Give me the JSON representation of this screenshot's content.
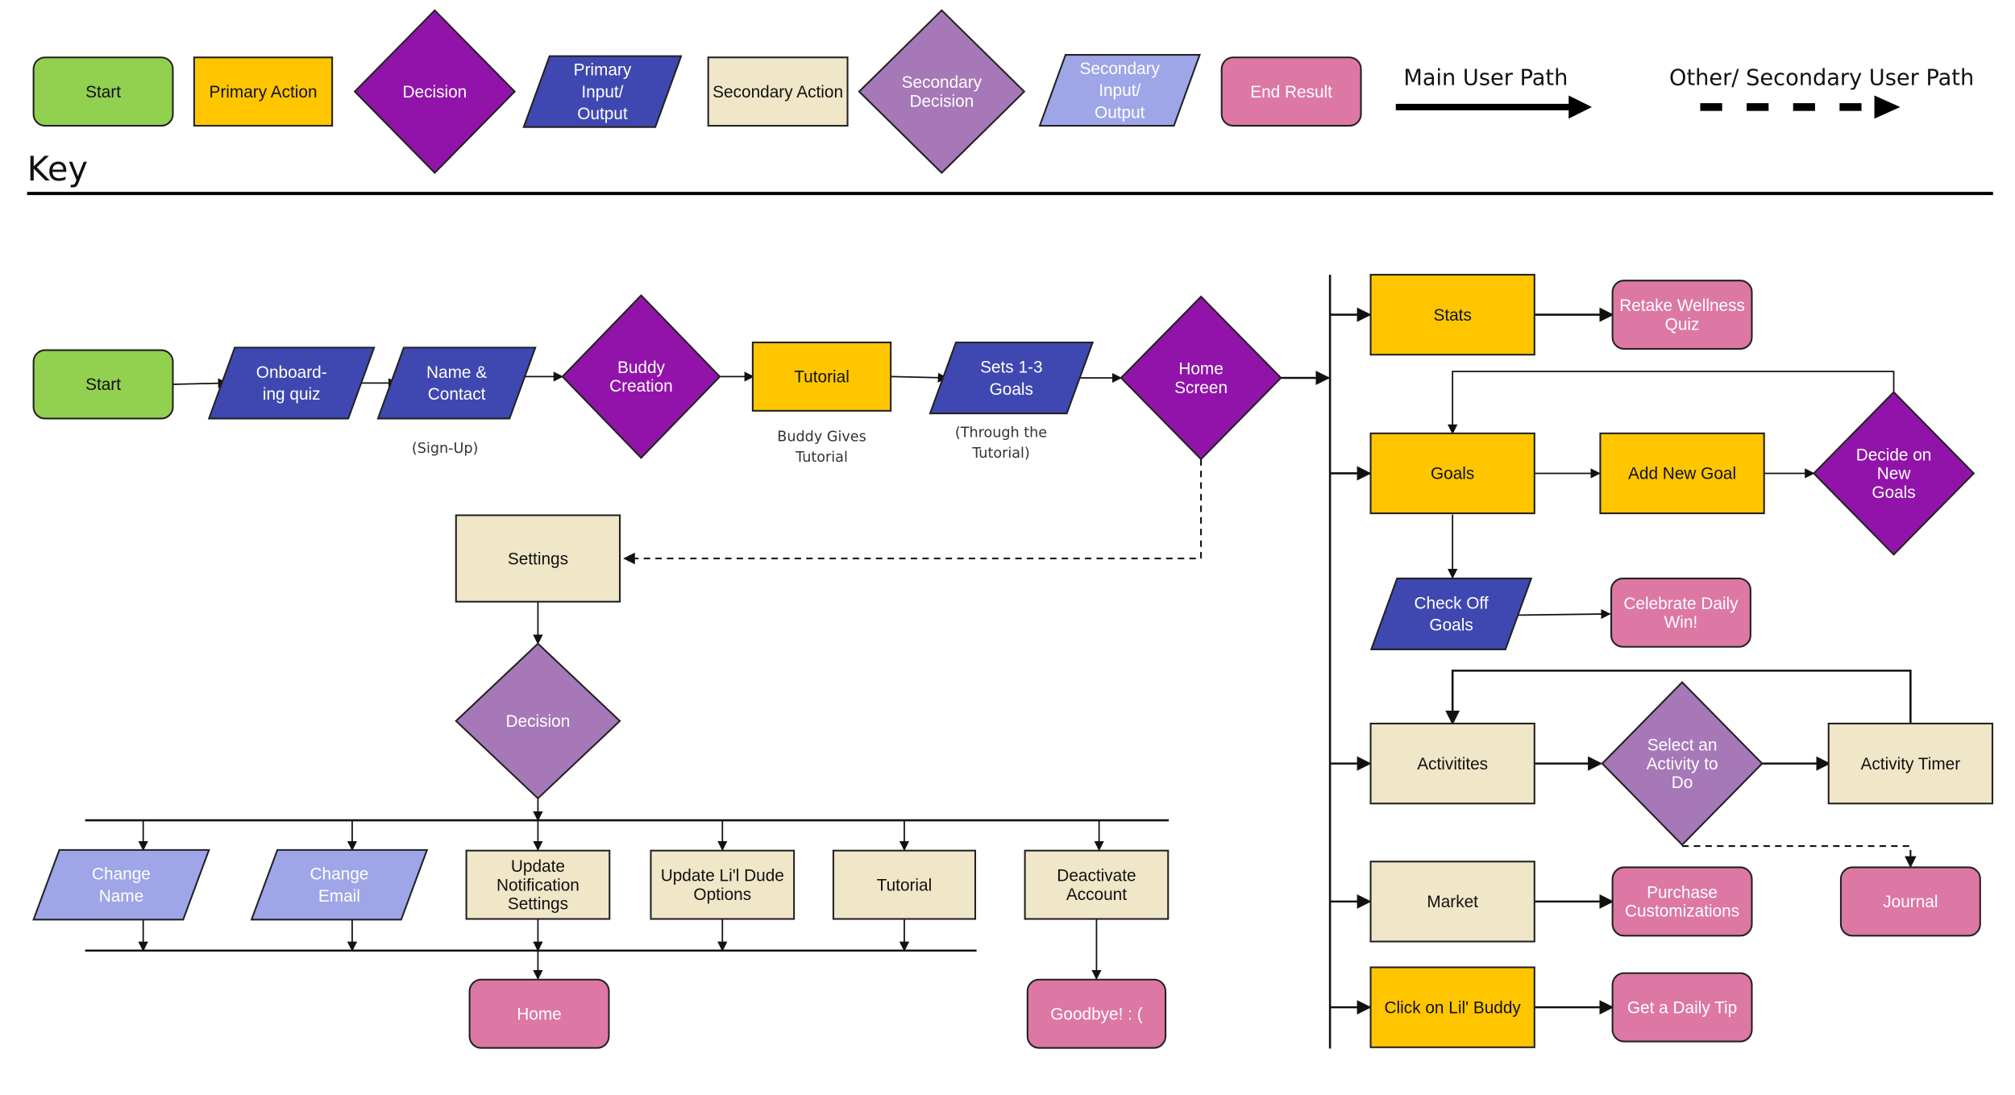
{
  "colors": {
    "start": "#92d050",
    "primary_action": "#ffc600",
    "decision": "#9213aa",
    "primary_io": "#3f48b0",
    "secondary_action": "#f0e6c8",
    "secondary_decision": "#a678b8",
    "secondary_io": "#9ea6e8",
    "end_result": "#dc78a3"
  },
  "key": {
    "title": "Key",
    "items": [
      {
        "id": "key-start",
        "type": "start",
        "lines": [
          "Start"
        ]
      },
      {
        "id": "key-primary-action",
        "type": "primary_action",
        "lines": [
          "Primary Action"
        ]
      },
      {
        "id": "key-decision",
        "type": "decision",
        "lines": [
          "Decision"
        ]
      },
      {
        "id": "key-primary-io",
        "type": "primary_io",
        "lines": [
          "Primary",
          "Input/",
          "Output"
        ]
      },
      {
        "id": "key-secondary-action",
        "type": "secondary_action",
        "lines": [
          "Secondary Action"
        ]
      },
      {
        "id": "key-secondary-decision",
        "type": "secondary_decision",
        "lines": [
          "Secondary",
          "Decision"
        ]
      },
      {
        "id": "key-secondary-io",
        "type": "secondary_io",
        "lines": [
          "Secondary",
          "Input/",
          "Output"
        ]
      },
      {
        "id": "key-end-result",
        "type": "end_result",
        "lines": [
          "End Result"
        ]
      }
    ],
    "main_path_label": "Main User Path",
    "secondary_path_label": "Other/ Secondary User Path"
  },
  "nodes": [
    {
      "id": "start",
      "type": "start",
      "lines": [
        "Start"
      ]
    },
    {
      "id": "onboarding-quiz",
      "type": "primary_io",
      "lines": [
        "Onboard-",
        "ing quiz"
      ]
    },
    {
      "id": "name-contact",
      "type": "primary_io",
      "lines": [
        "Name &",
        "Contact"
      ],
      "note": [
        "(Sign-Up)"
      ]
    },
    {
      "id": "buddy-creation",
      "type": "decision",
      "lines": [
        "Buddy",
        "Creation"
      ]
    },
    {
      "id": "tutorial",
      "type": "primary_action",
      "lines": [
        "Tutorial"
      ],
      "note": [
        "Buddy Gives",
        "Tutorial"
      ]
    },
    {
      "id": "sets-goals",
      "type": "primary_io",
      "lines": [
        "Sets 1-3",
        "Goals"
      ],
      "note": [
        "(Through the",
        "Tutorial)"
      ]
    },
    {
      "id": "home-screen",
      "type": "decision",
      "lines": [
        "Home",
        "Screen"
      ]
    },
    {
      "id": "settings",
      "type": "secondary_action",
      "lines": [
        "Settings"
      ]
    },
    {
      "id": "settings-decision",
      "type": "secondary_decision",
      "lines": [
        "Decision"
      ]
    },
    {
      "id": "change-name",
      "type": "secondary_io",
      "lines": [
        "Change",
        "Name"
      ]
    },
    {
      "id": "change-email",
      "type": "secondary_io",
      "lines": [
        "Change",
        "Email"
      ]
    },
    {
      "id": "update-notification",
      "type": "secondary_action",
      "lines": [
        "Update",
        "Notification",
        "Settings"
      ]
    },
    {
      "id": "update-lil-dude",
      "type": "secondary_action",
      "lines": [
        "Update Li'l Dude",
        "Options"
      ]
    },
    {
      "id": "settings-tutorial",
      "type": "secondary_action",
      "lines": [
        "Tutorial"
      ]
    },
    {
      "id": "deactivate-account",
      "type": "secondary_action",
      "lines": [
        "Deactivate",
        "Account"
      ]
    },
    {
      "id": "home",
      "type": "end_result",
      "lines": [
        "Home"
      ]
    },
    {
      "id": "goodbye",
      "type": "end_result",
      "lines": [
        "Goodbye! : ("
      ]
    },
    {
      "id": "stats",
      "type": "primary_action",
      "lines": [
        "Stats"
      ]
    },
    {
      "id": "retake-wellness-quiz",
      "type": "end_result",
      "lines": [
        "Retake Wellness",
        "Quiz"
      ]
    },
    {
      "id": "goals",
      "type": "primary_action",
      "lines": [
        "Goals"
      ]
    },
    {
      "id": "add-new-goal",
      "type": "primary_action",
      "lines": [
        "Add New Goal"
      ]
    },
    {
      "id": "decide-new-goals",
      "type": "decision",
      "lines": [
        "Decide on",
        "New",
        "Goals"
      ]
    },
    {
      "id": "check-off-goals",
      "type": "primary_io",
      "lines": [
        "Check Off",
        "Goals"
      ]
    },
    {
      "id": "celebrate-daily-win",
      "type": "end_result",
      "lines": [
        "Celebrate Daily",
        "Win!"
      ]
    },
    {
      "id": "activities",
      "type": "secondary_action",
      "lines": [
        "Activitites"
      ]
    },
    {
      "id": "select-activity",
      "type": "secondary_decision",
      "lines": [
        "Select an",
        "Activity to",
        "Do"
      ]
    },
    {
      "id": "activity-timer",
      "type": "secondary_action",
      "lines": [
        "Activity Timer"
      ]
    },
    {
      "id": "journal",
      "type": "end_result",
      "lines": [
        "Journal"
      ]
    },
    {
      "id": "market",
      "type": "secondary_action",
      "lines": [
        "Market"
      ]
    },
    {
      "id": "purchase-customizations",
      "type": "end_result",
      "lines": [
        "Purchase",
        "Customizations"
      ]
    },
    {
      "id": "click-lil-buddy",
      "type": "primary_action",
      "lines": [
        "Click on Lil' Buddy"
      ]
    },
    {
      "id": "daily-tip",
      "type": "end_result",
      "lines": [
        "Get a Daily Tip"
      ]
    }
  ],
  "edges": [
    {
      "from": "start",
      "to": "onboarding-quiz",
      "style": "main"
    },
    {
      "from": "onboarding-quiz",
      "to": "name-contact",
      "style": "main"
    },
    {
      "from": "name-contact",
      "to": "buddy-creation",
      "style": "main"
    },
    {
      "from": "buddy-creation",
      "to": "tutorial",
      "style": "main"
    },
    {
      "from": "tutorial",
      "to": "sets-goals",
      "style": "main"
    },
    {
      "from": "sets-goals",
      "to": "home-screen",
      "style": "main"
    },
    {
      "from": "home-screen",
      "to": "settings",
      "style": "secondary"
    },
    {
      "from": "settings",
      "to": "settings-decision",
      "style": "main"
    },
    {
      "from": "settings-decision",
      "to": "change-name",
      "style": "main"
    },
    {
      "from": "settings-decision",
      "to": "change-email",
      "style": "main"
    },
    {
      "from": "settings-decision",
      "to": "update-notification",
      "style": "main"
    },
    {
      "from": "settings-decision",
      "to": "update-lil-dude",
      "style": "main"
    },
    {
      "from": "settings-decision",
      "to": "settings-tutorial",
      "style": "main"
    },
    {
      "from": "settings-decision",
      "to": "deactivate-account",
      "style": "main"
    },
    {
      "from": "change-name",
      "to": "home",
      "style": "main"
    },
    {
      "from": "change-email",
      "to": "home",
      "style": "main"
    },
    {
      "from": "update-notification",
      "to": "home",
      "style": "main"
    },
    {
      "from": "update-lil-dude",
      "to": "home",
      "style": "main"
    },
    {
      "from": "settings-tutorial",
      "to": "home",
      "style": "main"
    },
    {
      "from": "deactivate-account",
      "to": "goodbye",
      "style": "main"
    },
    {
      "from": "home-screen",
      "to": "stats",
      "style": "main"
    },
    {
      "from": "home-screen",
      "to": "goals",
      "style": "main"
    },
    {
      "from": "home-screen",
      "to": "activities",
      "style": "main"
    },
    {
      "from": "home-screen",
      "to": "market",
      "style": "main"
    },
    {
      "from": "home-screen",
      "to": "click-lil-buddy",
      "style": "main"
    },
    {
      "from": "stats",
      "to": "retake-wellness-quiz",
      "style": "main"
    },
    {
      "from": "goals",
      "to": "add-new-goal",
      "style": "main"
    },
    {
      "from": "add-new-goal",
      "to": "decide-new-goals",
      "style": "main"
    },
    {
      "from": "decide-new-goals",
      "to": "goals",
      "style": "main"
    },
    {
      "from": "goals",
      "to": "check-off-goals",
      "style": "main"
    },
    {
      "from": "check-off-goals",
      "to": "celebrate-daily-win",
      "style": "main"
    },
    {
      "from": "activities",
      "to": "select-activity",
      "style": "main"
    },
    {
      "from": "select-activity",
      "to": "activity-timer",
      "style": "main"
    },
    {
      "from": "activity-timer",
      "to": "activities",
      "style": "main"
    },
    {
      "from": "select-activity",
      "to": "journal",
      "style": "secondary"
    },
    {
      "from": "market",
      "to": "purchase-customizations",
      "style": "main"
    },
    {
      "from": "click-lil-buddy",
      "to": "daily-tip",
      "style": "main"
    }
  ]
}
